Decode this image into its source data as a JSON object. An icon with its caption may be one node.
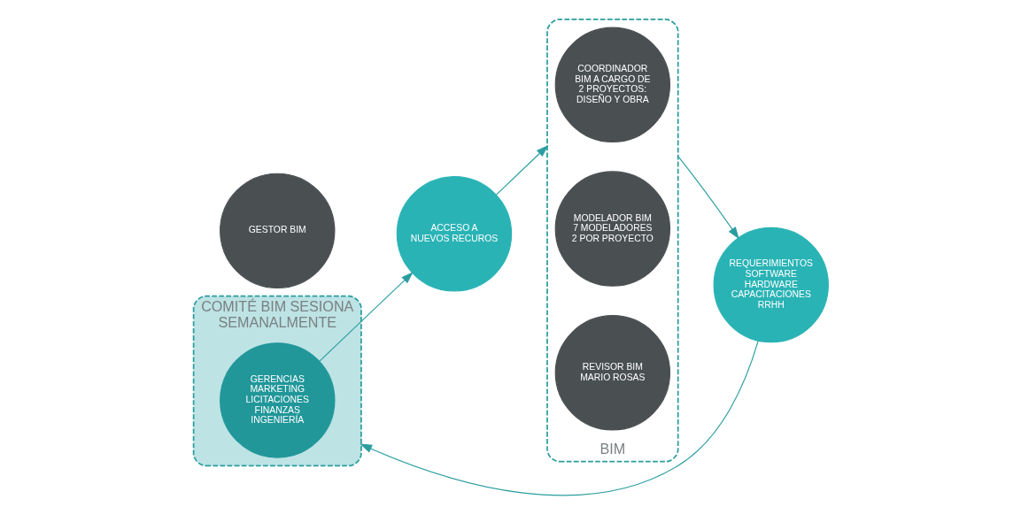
{
  "diagram": {
    "nodes": [
      {
        "text": [
          "COMITÉ BIM SESIONA SEMANALMENTE"
        ]
      },
      {
        "text": [
          "GERENCIAS MARKETING LICITACIONES FINANZAS INGENIERÍA"
        ],
        "in": 0
      },
      {
        "text": [
          "BIM"
        ]
      },
      {
        "text": [
          "GESTOR BIM"
        ]
      },
      {
        "text": [
          "COORDINADOR BIM A CARGO DE 2 PROYECTOS: DISEÑO Y OBRA"
        ],
        "in": 2
      },
      {
        "text": [
          "MODELADOR BIM 7 MODELADORES 2 POR PROYECTO"
        ],
        "in": 2
      },
      {
        "text": [
          "REVISOR BIM MARIO ROSAS"
        ],
        "in": 2
      },
      {
        "text": [
          "ACCESO A NUEVOS RECUROS"
        ]
      },
      {
        "text": [
          "REQUERIMIENTOS SOFTWARE HARDWARE CAPACITACIONES RRHH"
        ]
      }
    ],
    "edges": [
      {
        "from": 1,
        "to": 7,
        "arrow": "to"
      },
      {
        "from": 7,
        "to": 2,
        "arrow": "to"
      },
      {
        "from": 2,
        "to": 8,
        "arrow": "to"
      },
      {
        "from": 8,
        "to": 0,
        "arrow": "to"
      }
    ]
  }
}
